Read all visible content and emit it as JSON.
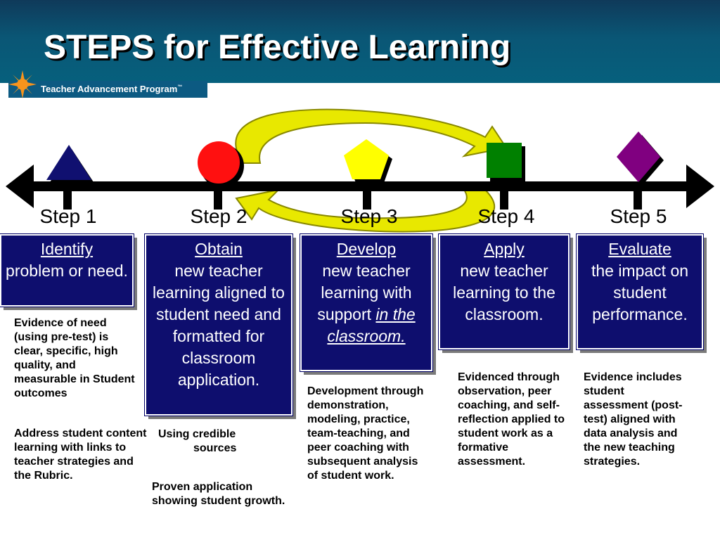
{
  "title": "STEPS for Effective Learning",
  "logo": {
    "text": "Teacher Advancement Program",
    "mark": "™"
  },
  "steps": [
    {
      "label": "Step 1",
      "shape": "triangle",
      "color": "#101070",
      "box": {
        "head": "Identify",
        "body": "problem or need."
      },
      "notes": [
        "Evidence of need (using pre-test) is clear, specific, high quality, and measurable in Student outcomes",
        "Address student content learning with links to teacher strategies and the Rubric."
      ]
    },
    {
      "label": "Step 2",
      "shape": "circle",
      "color": "#ff1010",
      "box": {
        "head": "Obtain",
        "body": "new teacher learning aligned to student need and formatted for classroom application."
      },
      "notes": [
        {
          "first": "Using credible",
          "rest": "sources"
        },
        "Proven application showing student growth."
      ]
    },
    {
      "label": "Step 3",
      "shape": "pentagon",
      "color": "#ffff00",
      "box": {
        "head": "Develop",
        "body": "new teacher learning with support",
        "emphasis": "in the classroom."
      },
      "notes": [
        "Development through demonstration, modeling, practice, team-teaching, and peer coaching with subsequent analysis of student work."
      ]
    },
    {
      "label": "Step 4",
      "shape": "square",
      "color": "#008000",
      "box": {
        "head": "Apply",
        "body": "new teacher learning to the classroom."
      },
      "notes": [
        "Evidenced through observation, peer coaching, and self-reflection applied to student work as a formative assessment."
      ]
    },
    {
      "label": "Step 5",
      "shape": "diamond",
      "color": "#800080",
      "box": {
        "head": "Evaluate",
        "body": "the impact on student performance."
      },
      "notes": [
        "Evidence includes student assessment (post-test) aligned with data analysis and the new teaching strategies."
      ]
    }
  ],
  "colors": {
    "header": "#0a5675",
    "box": "#0e0e6e",
    "cycle_arrow": "#e8e800"
  }
}
